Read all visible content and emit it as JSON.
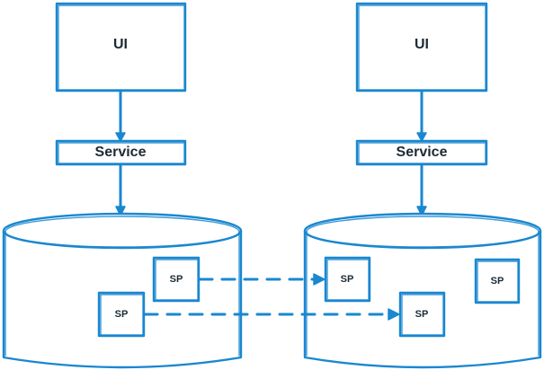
{
  "left_stack": {
    "ui_label": "UI",
    "service_label": "Service",
    "sp_upper_label": "SP",
    "sp_lower_label": "SP"
  },
  "right_stack": {
    "ui_label": "UI",
    "service_label": "Service",
    "sp_left_label": "SP",
    "sp_lower_label": "SP",
    "sp_right_label": "SP"
  },
  "colors": {
    "stroke": "#1a87d0",
    "text": "#1c2b36",
    "fill": "#ffffff"
  }
}
